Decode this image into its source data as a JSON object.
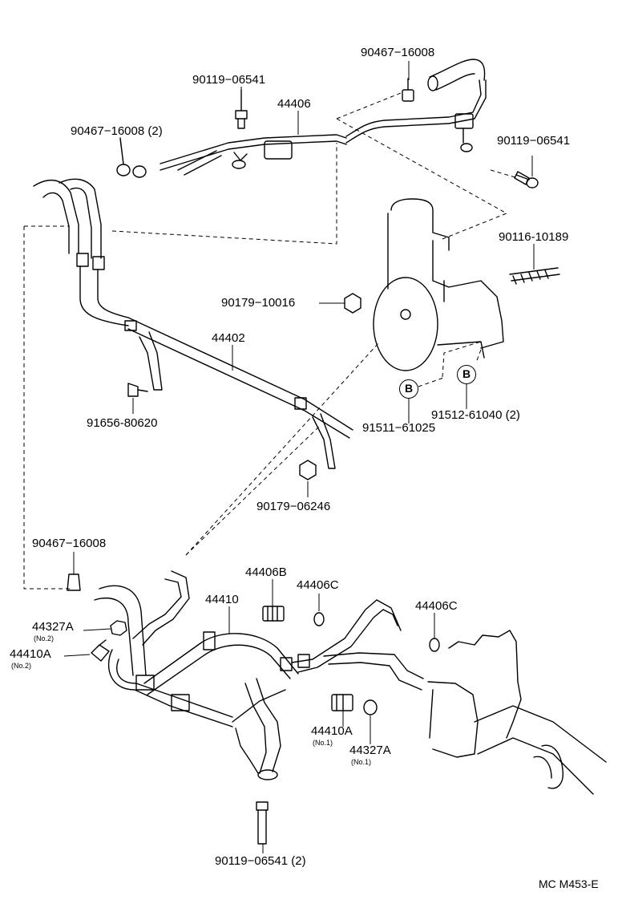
{
  "labels": {
    "p_90467_top": "90467−16008",
    "p_90119_top": "90119−06541",
    "p_44406": "44406",
    "p_90467_2": "90467−16008 (2)",
    "p_90119_right": "90119−06541",
    "p_90116": "90116-10189",
    "p_90179_10016": "90179−10016",
    "p_44402": "44402",
    "p_91656": "91656-80620",
    "p_91511": "91511−61025",
    "p_91512": "91512-61040 (2)",
    "p_90179_06246": "90179−06246",
    "p_90467_low": "90467−16008",
    "p_44406B": "44406B",
    "p_44406C_a": "44406C",
    "p_44406C_b": "44406C",
    "p_44410": "44410",
    "p_44327A_a": "44327A",
    "p_44327A_a_sub": "(No.2)",
    "p_44410A_a": "44410A",
    "p_44410A_a_sub": "(No.2)",
    "p_44410A_b": "44410A",
    "p_44410A_b_sub": "(No.1)",
    "p_44327A_b": "44327A",
    "p_44327A_b_sub": "(No.1)",
    "p_90119_bottom": "90119−06541 (2)"
  },
  "callouts": {
    "b1": "B",
    "b2": "B"
  },
  "figure_code": "MC M453-E"
}
